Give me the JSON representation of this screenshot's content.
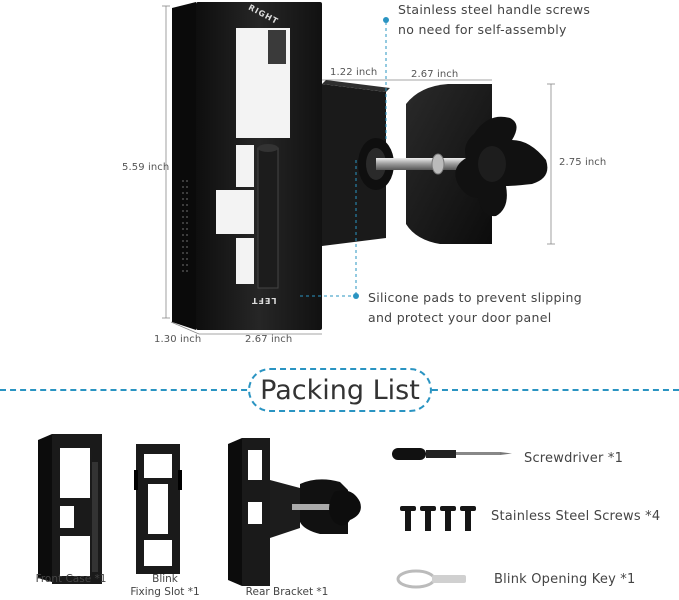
{
  "dimensions": {
    "height": "5.59 inch",
    "width_front": "2.67 inch",
    "depth": "1.30 inch",
    "arm": "1.22 inch",
    "plate_width": "2.67 inch",
    "plate_height": "2.75 inch"
  },
  "callouts": {
    "top_line1": "Stainless steel handle screws",
    "top_line2": "no need for self-assembly",
    "bottom_line1": "Silicone pads to prevent slipping",
    "bottom_line2": "and protect your door panel"
  },
  "engraving": {
    "right": "RIGHT",
    "left": "LEFT"
  },
  "packing_list": {
    "title": "Packing List",
    "items": [
      {
        "line1": "",
        "line2": "Front Case *1"
      },
      {
        "line1": "Blink",
        "line2": "Fixing Slot *1"
      },
      {
        "line1": "",
        "line2": "Rear Bracket *1"
      }
    ],
    "accessories": [
      {
        "label": "Screwdriver *1"
      },
      {
        "label": "Stainless Steel Screws *4"
      },
      {
        "label": "Blink Opening Key *1"
      }
    ]
  },
  "colors": {
    "accent": "#2a94c2",
    "metal": "#151515"
  }
}
